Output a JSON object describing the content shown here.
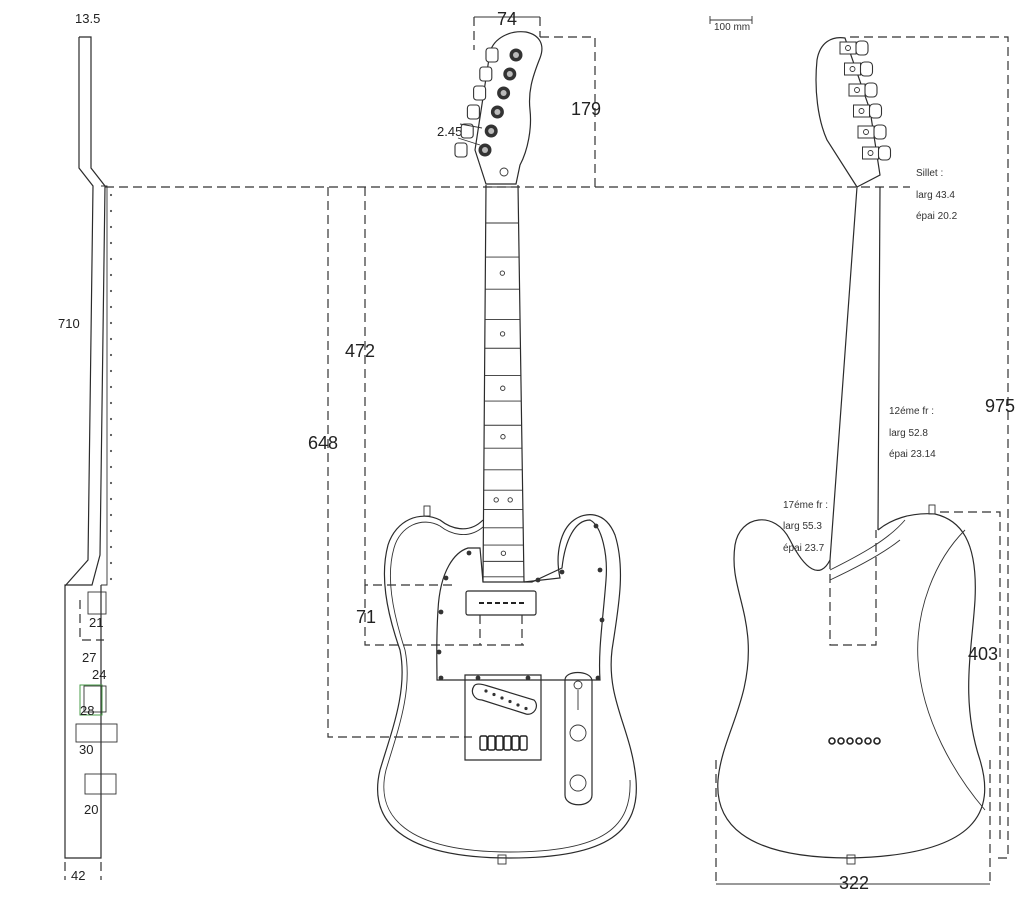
{
  "scale_bar": {
    "label": "100 mm"
  },
  "side_view": {
    "top_width": "13.5",
    "neck_length": "710",
    "d21": "21",
    "d27": "27",
    "d24": "24",
    "d28": "28",
    "d30": "30",
    "d20": "20",
    "body_depth": "42"
  },
  "front_view": {
    "headstock_width": "74",
    "headstock_length": "179",
    "tuner_angle": "2.45",
    "nut_to_12th": "472",
    "scale_length": "648",
    "pickup_offset": "71"
  },
  "back_view": {
    "total_length": "975",
    "body_length": "403",
    "body_width": "322",
    "notes": {
      "nut": {
        "title": "Sillet :",
        "width": "larg 43.4",
        "depth": "épai 20.2"
      },
      "fret12": {
        "title": "12éme fr :",
        "width": "larg 52.8",
        "depth": "épai 23.14"
      },
      "fret17": {
        "title": "17éme fr :",
        "width": "larg 55.3",
        "depth": "épai 23.7"
      }
    }
  }
}
